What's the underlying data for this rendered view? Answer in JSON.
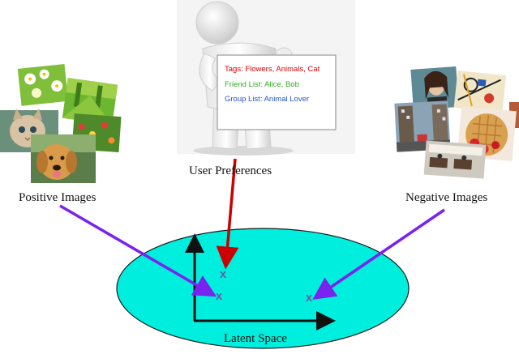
{
  "labels": {
    "user_preferences": "User Preferences",
    "positive_images": "Positive Images",
    "negative_images": "Negative Images",
    "latent_space": "Latent Space"
  },
  "board": {
    "tags": "Tags: Flowers, Animals, Cat",
    "friend_list": "Friend List: Alice, Bob",
    "group_list": "Group List: Animal Lover"
  },
  "markers": {
    "user_point": "x",
    "positive_point": "x",
    "negative_point": "x"
  },
  "colors": {
    "ellipse_fill": "#00eedd",
    "ellipse_stroke": "#1a1a1a",
    "axis": "#111111",
    "user_arrow": "#cc0000",
    "image_arrow": "#7a22ee",
    "marker": "#6a5aaa",
    "tags_text": "#dd0000",
    "friend_text": "#33aa22",
    "group_text": "#2255cc"
  },
  "images": {
    "positive": [
      "flowers-photo",
      "green-field-photo",
      "kitten-photo",
      "flower-garden-photo",
      "golden-retriever-photo"
    ],
    "negative": [
      "woman-portrait-photo",
      "abstract-painting-photo",
      "city-street-photo",
      "strawberry-waffle-photo",
      "cafe-interior-photo"
    ]
  }
}
